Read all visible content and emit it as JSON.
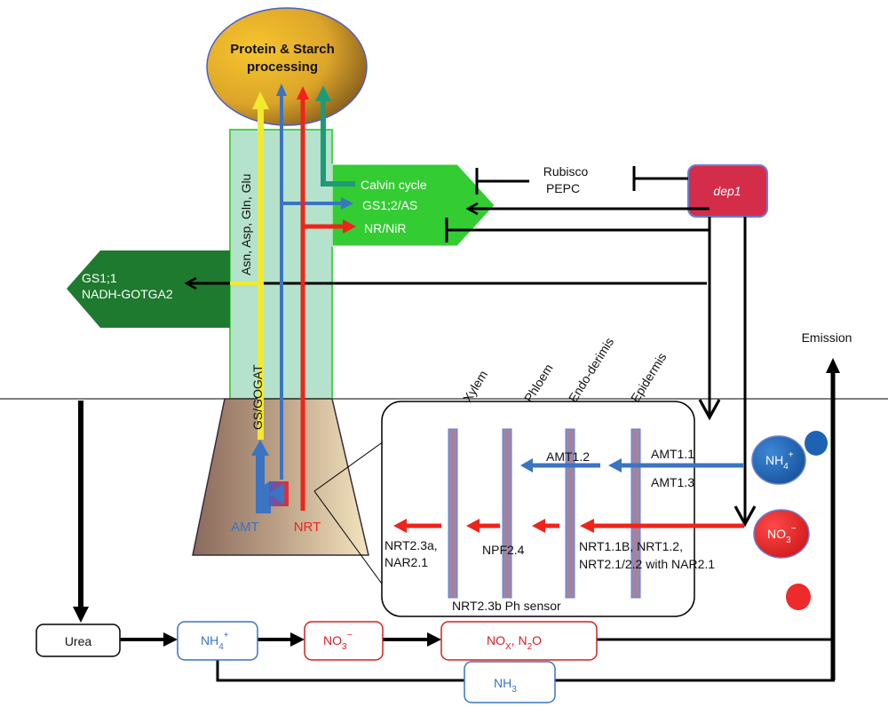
{
  "top": {
    "protein_line1": "Protein & Starch",
    "protein_line2": "processing"
  },
  "leaf": {
    "calvin": "Calvin cycle",
    "gs12": "GS1;2/AS",
    "nrnir": "NR/NiR",
    "gs11": "GS1;1",
    "nadh": "NADH-GOTGA2",
    "rubisco": "Rubisco",
    "pepc": "PEPC",
    "dep1": "dep1",
    "amino": "Asn, Asp, Gln, Glu",
    "gsgogat": "GS/GOGAT"
  },
  "root": {
    "amt": "AMT",
    "nrt": "NRT"
  },
  "inset": {
    "col_xylem": "Xylem",
    "col_phloem": "Phloem",
    "col_endo": "Endo-derimis",
    "col_epi": "Epidermis",
    "amt12": "AMT1.2",
    "amt11": "AMT1.1",
    "amt13": "AMT1.3",
    "nrt23a_1": "NRT2.3a,",
    "nrt23a_2": "NAR2.1",
    "npf24": "NPF2.4",
    "nrt11b_1": "NRT1.1B, NRT1.2,",
    "nrt11b_2": "NRT2.1/2.2 with NAR2.1",
    "sensor": "NRT2.3b Ph sensor"
  },
  "soil": {
    "nh4_main": "NH",
    "nh4_sub": "4",
    "nh4_sup": "+",
    "no3_main": "NO",
    "no3_sub": "3",
    "no3_sup": "−",
    "emission": "Emission"
  },
  "cycle": {
    "urea": "Urea",
    "nh4_main": "NH",
    "nh4_sub": "4",
    "nh4_sup": "+",
    "no3_main": "NO",
    "no3_sub": "3",
    "no3_sup": "−",
    "nox_a": "NO",
    "nox_sub": "X",
    "nox_b": ", N",
    "n2o_sub": "2",
    "nox_c": "O",
    "nh3_main": "NH",
    "nh3_sub": "3"
  },
  "colors": {
    "yellow": "#f2ea2e",
    "blue": "#3a74c2",
    "red": "#f0231b",
    "teal": "#1f9a78",
    "green_bright": "#33cc33",
    "green_dark": "#1e7a2e",
    "dep1": "#d42d4a",
    "ammonium_ball": "#1e63b3",
    "nitrate_ball": "#ee2a2a"
  }
}
